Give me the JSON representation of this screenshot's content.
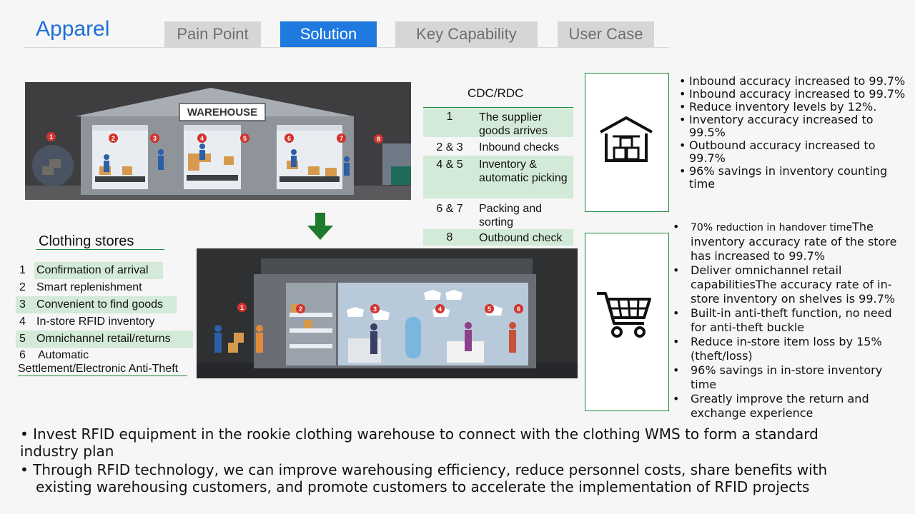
{
  "header": {
    "title": "Apparel",
    "tabs": [
      {
        "label": "Pain Point",
        "active": false
      },
      {
        "label": "Solution",
        "active": true
      },
      {
        "label": "Key Capability",
        "active": false
      },
      {
        "label": "User Case",
        "active": false
      }
    ]
  },
  "warehouse_image": {
    "sign": "WAREHOUSE",
    "markers": [
      "1",
      "2",
      "3",
      "4",
      "5",
      "6",
      "7",
      "8"
    ]
  },
  "store_image": {
    "markers": [
      "1",
      "2",
      "3",
      "4",
      "5",
      "6"
    ]
  },
  "cdc": {
    "title": "CDC/RDC",
    "rows": [
      {
        "num": "1",
        "text": "The supplier goods  arrives"
      },
      {
        "num": "2 & 3",
        "text": "Inbound checks"
      },
      {
        "num": "4 & 5",
        "text": "Inventory & automatic picking"
      },
      {
        "num": "6 & 7",
        "text": "Packing and sorting"
      },
      {
        "num": "8",
        "text": "Outbound check"
      }
    ]
  },
  "stores": {
    "title": "Clothing stores",
    "rows": [
      {
        "num": "1",
        "text": "Confirmation of arrival"
      },
      {
        "num": "2",
        "text": "Smart replenishment"
      },
      {
        "num": "3",
        "text": "Convenient to find goods"
      },
      {
        "num": "4",
        "text": "In-store RFID inventory"
      },
      {
        "num": "5",
        "text": "Omnichannel retail/returns"
      }
    ],
    "row6": {
      "num": "6",
      "line1": "Automatic",
      "line2": "Settlement/Electronic Anti-Theft"
    }
  },
  "warehouse_benefits": [
    "Inbound accuracy increased to 99.7%",
    "Inbound accuracy increased to 99.7%",
    "Reduce inventory levels by 12%.",
    "Inventory accuracy increased to 99.5%",
    "Outbound accuracy increased to 99.7%",
    "96% savings in inventory counting time"
  ],
  "store_benefits": {
    "first_small": "70% reduction in handover time",
    "first_rest": "The inventory accuracy rate of the store has increased to 99.7%",
    "items": [
      "Deliver omnichannel retail capabilitiesThe accuracy rate of in-store inventory on shelves is 99.7%",
      "Built-in anti-theft function, no need for anti-theft buckle",
      "Reduce in-store item loss by 15% (theft/loss)",
      "96% savings in in-store inventory time",
      "Greatly improve the return and exchange experience"
    ]
  },
  "footer": [
    "• Invest RFID equipment in the rookie clothing warehouse to connect with the clothing WMS to form a standard industry plan",
    "•  Through RFID technology, we can improve warehousing efficiency, reduce personnel costs, share benefits with existing warehousing customers, and promote customers to accelerate the implementation of RFID projects"
  ],
  "colors": {
    "accent": "#1f7ae0",
    "green": "#1b8a3a",
    "shade": "#d3ead9",
    "marker": "#d2332e"
  }
}
